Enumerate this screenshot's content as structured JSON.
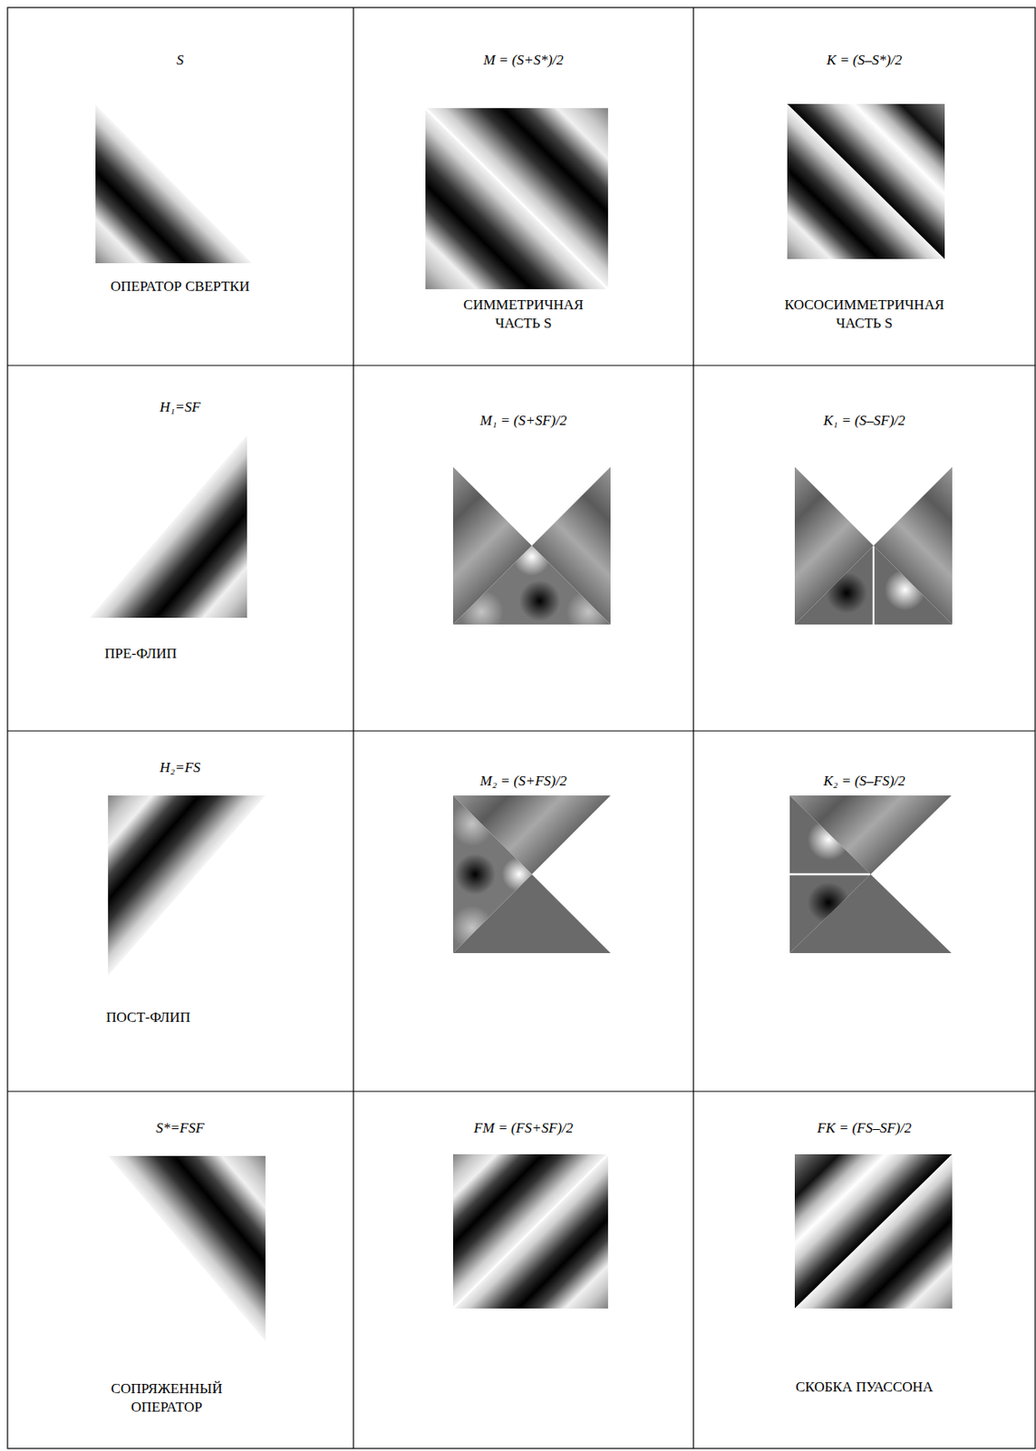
{
  "diagram": {
    "labels": [
      "S",
      "ОПЕРАТОР СВЕРТКИ",
      "M = (S+S*)/2",
      "СИММЕТРИЧНАЯ ЧАСТЬ S",
      "K = (S–S*)/2",
      "КОСОСИММЕТРИЧНАЯ ЧАСТЬ S",
      "H₁=SF",
      "ПРЕ-ФЛИП",
      "M₁ = (S+SF)/2",
      "K₁ = (S–SF)/2",
      "H₂=FS",
      "ПОСТ-ФЛИП",
      "M₂ = (S+FS)/2",
      "K₂ = (S–FS)/2",
      "S*=FSF",
      "СОПРЯЖЕННЫЙ ОПЕРАТОР",
      "FM = (FS+SF)/2",
      "FK = (FS–SF)/2",
      "СКОБКА ПУАССОНА"
    ]
  }
}
